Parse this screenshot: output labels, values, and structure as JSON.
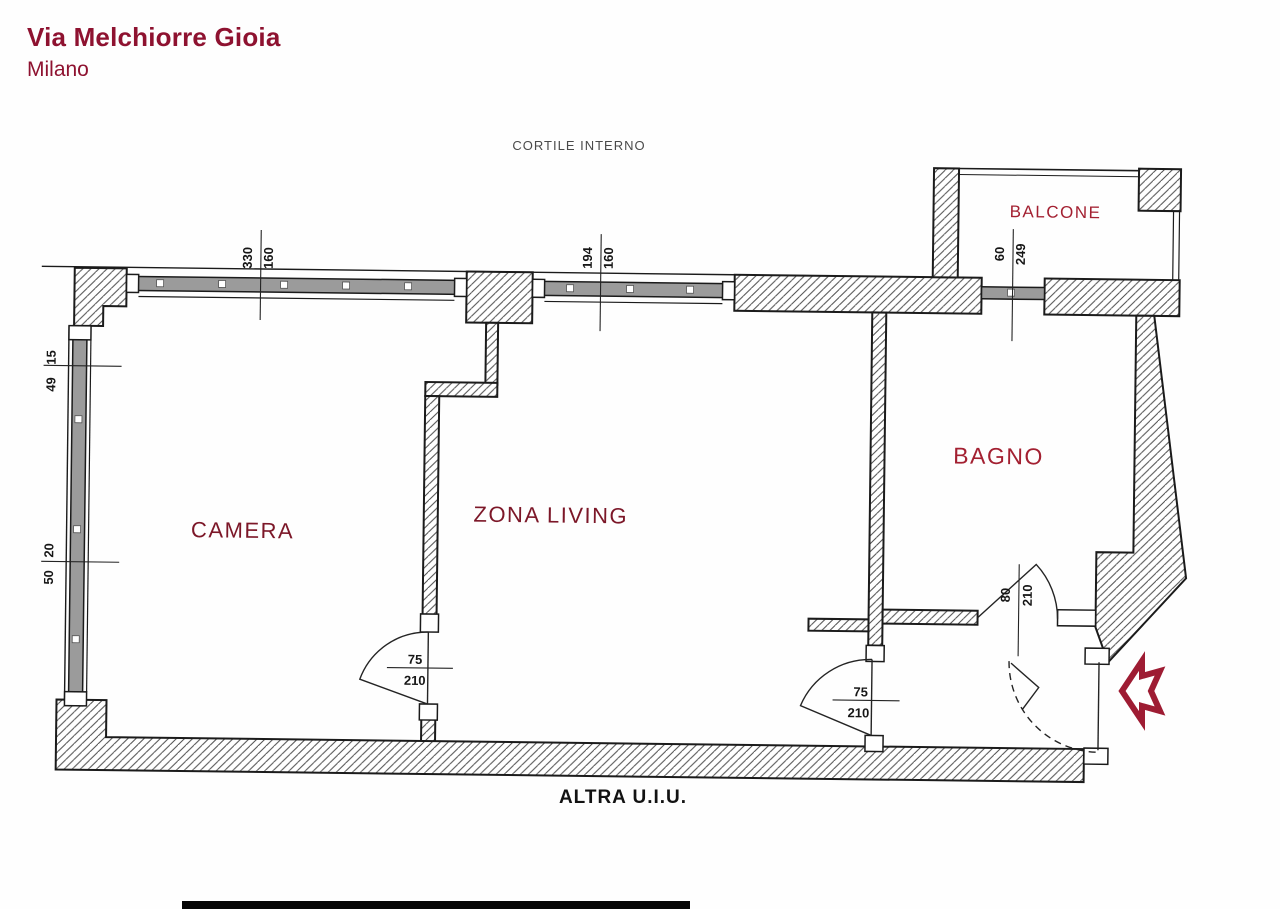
{
  "header": {
    "title": "Via Melchiorre Gioia",
    "subtitle": "Milano"
  },
  "plan": {
    "context": {
      "top_label": "CORTILE INTERNO",
      "bottom_label": "ALTRA U.I.U."
    },
    "rooms": [
      {
        "name": "CAMERA"
      },
      {
        "name": "ZONA LIVING"
      },
      {
        "name": "BAGNO"
      },
      {
        "name": "BALCONE"
      }
    ],
    "dims": {
      "win_camera": {
        "w": "330",
        "h": "160"
      },
      "win_living": {
        "w": "194",
        "h": "160"
      },
      "win_balcone": {
        "w": "60",
        "h": "249"
      },
      "door_camera": {
        "w": "75",
        "h": "210"
      },
      "door_hall": {
        "w": "75",
        "h": "210"
      },
      "door_bagno": {
        "w": "80",
        "h": "210"
      },
      "left_upper": {
        "a": "15",
        "b": "49"
      },
      "left_lower": {
        "a": "20",
        "b": "50"
      }
    },
    "colors": {
      "title_red": "#8e1230",
      "room_label_dark_red": "#7c1728",
      "room_label_bright_red": "#a32031",
      "arrow_red": "#9e1c33",
      "context_label_gray": "#4a4a4a"
    },
    "icons": {
      "entrance_arrow": "left-arrow"
    }
  }
}
